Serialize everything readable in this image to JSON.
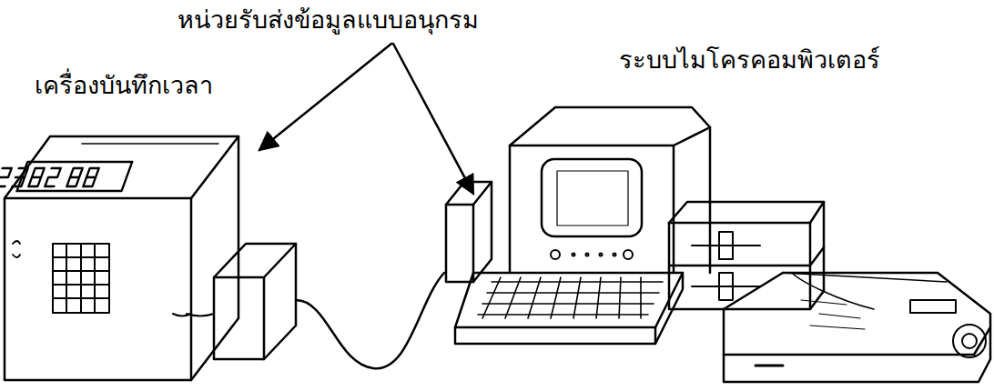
{
  "diagram": {
    "labels": [
      "หน่วยรับส่งข้อมูลแบบอนุกรม",
      "เครื่องบันทึกเวลา",
      "ระบบไมโครคอมพิวเตอร์"
    ]
  }
}
